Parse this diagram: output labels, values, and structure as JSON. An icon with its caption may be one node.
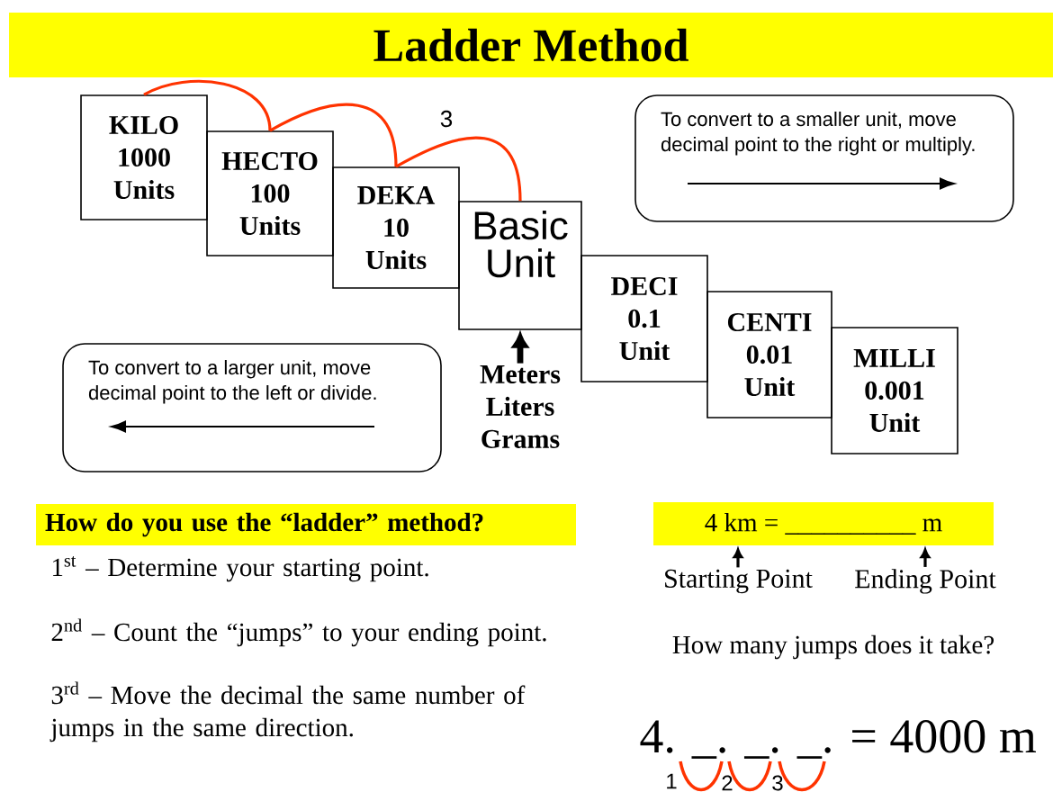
{
  "diagram": {
    "title": "Ladder Method",
    "nodes": [
      {
        "text": [
          "KILO 1000 Units"
        ]
      },
      {
        "text": [
          "HECTO 100 Units"
        ]
      },
      {
        "text": [
          "DEKA 10 Units"
        ]
      },
      {
        "text": [
          "Basic Unit"
        ]
      },
      {
        "text": [
          "To convert to a smaller unit, move decimal point to the right or multiply."
        ]
      },
      {
        "text": [
          "DECI 0.1 Unit"
        ]
      },
      {
        "text": [
          "CENTI 0.01 Unit"
        ]
      },
      {
        "text": [
          "MILLI 0.001 Unit"
        ]
      },
      {
        "text": [
          "To convert to a larger unit, move decimal point to the left or divide."
        ]
      },
      {
        "text": [
          "Meters Liters Grams"
        ]
      },
      {
        "text": [
          "How do you use the “ladder” method?"
        ]
      },
      {
        "text": [
          "4 km = __________ m"
        ]
      },
      {
        "text": [
          "Starting Point"
        ]
      },
      {
        "text": [
          "Ending Point"
        ]
      }
    ],
    "edges": [
      {
        "from": 0,
        "to": 1,
        "arrow": "none",
        "color": "#ff3300"
      },
      {
        "from": 1,
        "to": 2,
        "arrow": "none",
        "color": "#ff3300"
      },
      {
        "from": 2,
        "to": 3,
        "arrow": "none",
        "color": "#ff3300",
        "label": "3"
      },
      {
        "from": 9,
        "to": 3,
        "arrow": "to",
        "style": "thick",
        "color": "#000000"
      },
      {
        "from": 12,
        "to": 11,
        "arrow": "to",
        "color": "#000000"
      },
      {
        "from": 13,
        "to": 11,
        "arrow": "to",
        "color": "#000000"
      }
    ],
    "labels": [
      "1$^{st}$ – Determine your starting point.",
      "2$^{nd}$ – Count the “jumps” to your ending point.",
      "3$^{rd}$ – Move the decimal the same number of jumps in the same direction.",
      "How many jumps does it take?",
      "4. _. _. _. = 4000 m",
      "1",
      "2",
      "3"
    ]
  }
}
